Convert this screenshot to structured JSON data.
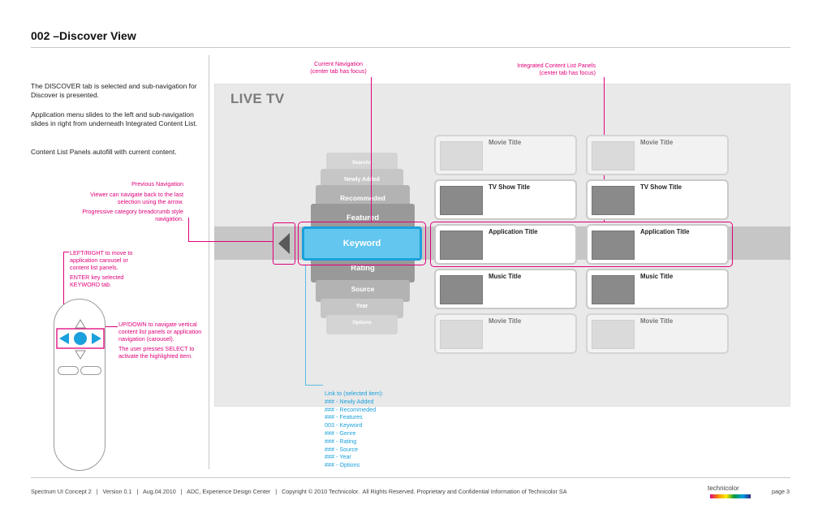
{
  "page": {
    "title": "002 –Discover View",
    "description": [
      "The DISCOVER tab is selected and  sub-navigation for Discover is presented.",
      "Application menu slides to the left and sub-navigation slides in right from underneath Integrated Content List.",
      "Content List Panels autofill with current content."
    ]
  },
  "annotations": {
    "current_nav": [
      "Current Navigation",
      "(center tab has focus)"
    ],
    "content_panels": [
      "Integrated Content List Panels",
      "(center tab has focus)"
    ],
    "previous_nav_title": "Previous Navigation",
    "previous_nav_body": [
      "Viewer can navigate back to the last",
      "selection using the arrow."
    ],
    "breadcrumb": [
      "Progressive  category breadcrumb style",
      "navigation."
    ],
    "left_right": [
      "LEFT/RIGHT to move to",
      "application carousel or",
      "content list panels."
    ],
    "enter_key": [
      "ENTER key selected",
      "KEYWORD tab."
    ],
    "up_down": [
      "UP/DOWN to navigate vertical",
      "content list panels or application",
      "navigation (carousel)."
    ],
    "select": [
      "The user presses SELECT to",
      "activate the highlighted item."
    ]
  },
  "screen": {
    "title": "LIVE TV",
    "carousel": [
      "Searchs",
      "Newly Added",
      "Recommeded",
      "Featured",
      "Keyword",
      "Rating",
      "Source",
      "Year",
      "Options"
    ],
    "selected_index": 4,
    "panels": [
      [
        "Movie Title",
        "Movie Title"
      ],
      [
        "TV Show Title",
        "TV Show Title"
      ],
      [
        "Application Title",
        "Application Title"
      ],
      [
        "Music Title",
        "Music Title"
      ],
      [
        "Movie Title",
        "Movie Title"
      ]
    ]
  },
  "links": {
    "heading": "Link to (selected item):",
    "items": [
      "### - Newly Added",
      "### - Recommeded",
      "### - Features",
      "003 - Keyword",
      "### - Genre",
      "### - Rating",
      "### - Source",
      "### - Year",
      "### - Options"
    ]
  },
  "footer": {
    "text": "Spectrum UI Concept 2   |   Version 0.1   |   Aug.04.2010   |   ADC, Experience Design Center   |   Copyright © 2010 Technicolor.  All Rights Reserved. Proprietary and Confidential Information of Technicolor SA",
    "brand": "technicolor",
    "page": "page 3"
  },
  "colors": {
    "accent_pink": "#e0007a",
    "accent_blue": "#1aa0dc"
  }
}
